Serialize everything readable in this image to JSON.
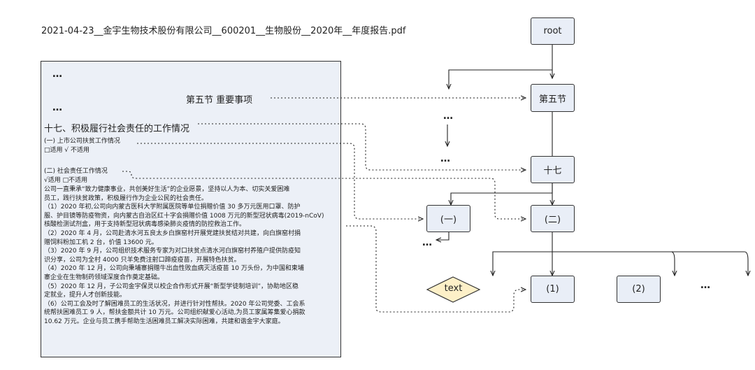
{
  "filename": "2021-04-23__金宇生物技术股份有限公司__600201__生物股份__2020年__年度报告.pdf",
  "doc": {
    "ellipsis": "…",
    "section_title": "第五节 重要事项",
    "item17_title": "十七、积极履行社会责任的工作情况",
    "sub1_title": "(一) 上市公司扶贫工作情况",
    "sub1_applicability": "□适用 √ 不适用",
    "sub2_title": "(二) 社会责任工作情况",
    "sub2_applicability": "√适用 □不适用",
    "paragraph_lines": [
      "公司一直秉承“致力健康事业，共创美好生活”的企业愿景，坚持以人为本、切实关爱困难",
      "员工，践行扶贫政策，积极履行作为企业公民的社会责任。",
      "（1）2020 年初,公司向内蒙古医科大学附属医院等单位捐赠价值 30 多万元医用口罩、防护",
      "服、护目镜等防疫物资，向内蒙古自治区红十字会捐赠价值 1008 万元的新型冠状病毒(2019-nCoV)",
      "核酸检测试剂盒，用于支持新型冠状病毒感染肺炎疫情的防控救治工作。",
      "（2）2020 年 4 月，公司赴清水河五良太乡白旗窑村开展党建扶贫结对共建，向白旗窑村捐",
      "赠饲料粉加工机 2 台，价值 13600 元。",
      "（3）2020 年 9 月，公司组织技术服务专家为对口扶贫点清水河白旗窑村养殖户提供防疫知",
      "识分享，公司为全村 4000 只羊免费注射口蹄疫疫苗，开展特色扶贫。",
      "（4）2020 年 12 月，公司向秉埔寨捐赠牛出血性败血病灭活疫苗 10 万头份，为中国和柬埔",
      "寨企业在生物制药领域深度合作奠定基础。",
      "（5）2020 年 12 月，子公司金宇保灵以校企合作形式开展“新型学徒制培训”，协助地区稳",
      "定就业，提升人才创新技能。",
      "（6）公司工会及时了解困难员工的生活状况，并进行针对性帮扶。2020 年公司党委、工会系",
      "统帮扶困难员工 9 人，帮扶金额共计 10 万元。公司组织献爱心活动,为员工家属筹集爱心捐款",
      "10.62 万元。企业与员工携手帮助生活困难员工解决实际困难，共建和谐金宇大家庭。"
    ]
  },
  "tree": {
    "root": "root",
    "section": "第五节",
    "item17": "十七",
    "sub1": "(一)",
    "sub2": "(二)",
    "text_node": "text",
    "child1": "(1)",
    "child2": "(2)",
    "ellipsis": "…"
  },
  "colors": {
    "doc_background": "#ecf0f7",
    "node_background": "#e9eef7",
    "text_node_fill": "#fdf0c8",
    "border": "#333333"
  }
}
